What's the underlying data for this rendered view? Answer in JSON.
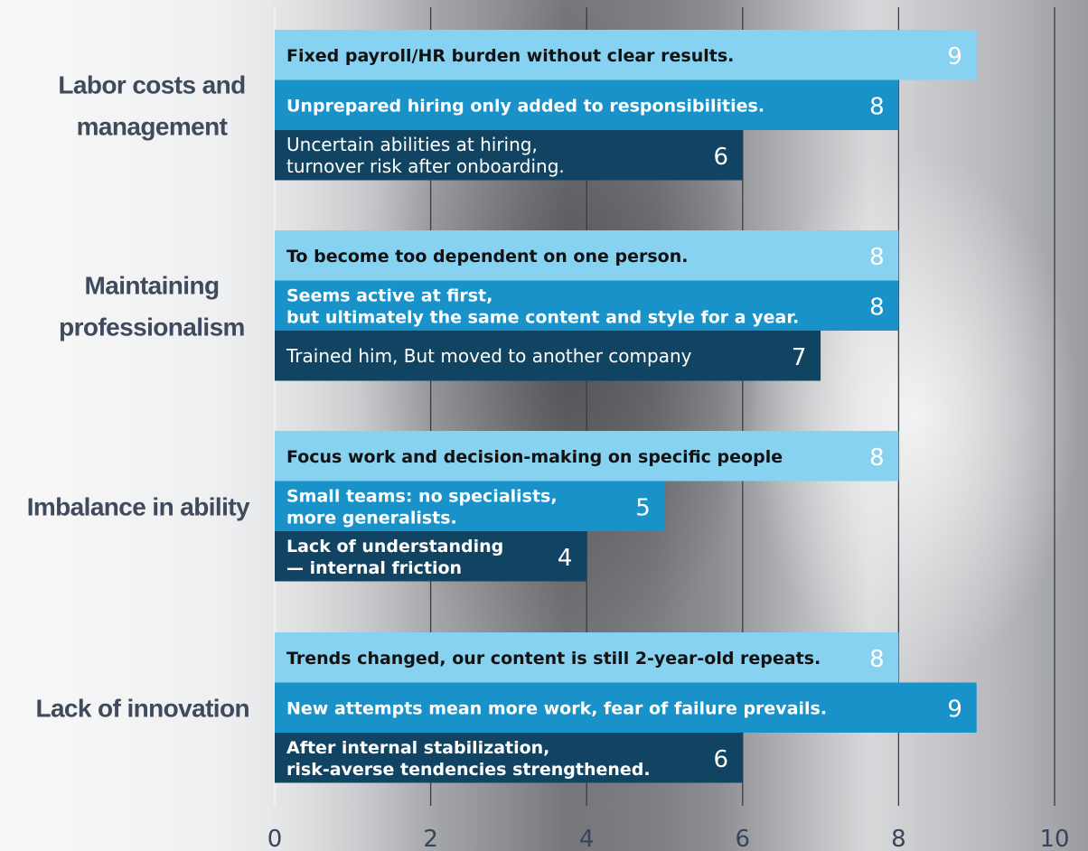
{
  "chart_data": {
    "type": "bar",
    "orientation": "horizontal",
    "title": "",
    "xlabel": "",
    "ylabel": "",
    "xlim": [
      0,
      10
    ],
    "x_ticks": [
      0,
      2,
      4,
      6,
      8,
      10
    ],
    "grid": "vertical",
    "legend": "none",
    "colors": {
      "light": "#87d1f1",
      "mid": "#1892c8",
      "dark": "#114462"
    },
    "categories": [
      {
        "label_lines": [
          "Labor costs and",
          "management"
        ],
        "bars": [
          {
            "text_lines": [
              "Fixed payroll/HR burden without clear results."
            ],
            "value": 9,
            "shade": "light"
          },
          {
            "text_lines": [
              "Unprepared hiring only added to responsibilities."
            ],
            "value": 8,
            "shade": "mid"
          },
          {
            "text_lines": [
              "Uncertain abilities at hiring,",
              "turnover risk after onboarding."
            ],
            "value": 6,
            "shade": "dark"
          }
        ]
      },
      {
        "label_lines": [
          "Maintaining",
          "professionalism"
        ],
        "bars": [
          {
            "text_lines": [
              "To become too dependent on one person."
            ],
            "value": 8,
            "shade": "light"
          },
          {
            "text_lines": [
              "Seems active at first,",
              "but ultimately the same content and style for a year."
            ],
            "value": 8,
            "shade": "mid"
          },
          {
            "text_lines": [
              "Trained him, But moved to another company"
            ],
            "value": 7,
            "shade": "dark"
          }
        ]
      },
      {
        "label_lines": [
          "Imbalance in ability"
        ],
        "bars": [
          {
            "text_lines": [
              "Focus work and decision-making on specific people"
            ],
            "value": 8,
            "shade": "light"
          },
          {
            "text_lines": [
              "Small teams: no specialists,",
              "more generalists."
            ],
            "value": 5,
            "shade": "mid"
          },
          {
            "text_lines": [
              "Lack of understanding",
              "— internal friction"
            ],
            "value": 4,
            "shade": "dark"
          }
        ]
      },
      {
        "label_lines": [
          "Lack of innovation"
        ],
        "bars": [
          {
            "text_lines": [
              "Trends changed, our content is still 2-year-old repeats."
            ],
            "value": 8,
            "shade": "light"
          },
          {
            "text_lines": [
              "New attempts mean more work, fear of failure prevails."
            ],
            "value": 9,
            "shade": "mid"
          },
          {
            "text_lines": [
              "After internal stabilization,",
              "risk-averse tendencies strengthened."
            ],
            "value": 6,
            "shade": "dark"
          }
        ]
      }
    ]
  }
}
